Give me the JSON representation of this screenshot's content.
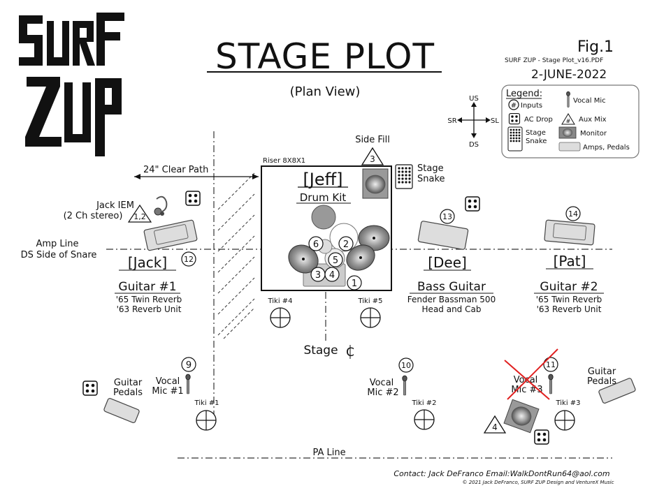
{
  "logo_text": "SURF ZUP",
  "title": "STAGE PLOT",
  "subtitle": "(Plan View)",
  "fig": "Fig.1",
  "file": "SURF ZUP - Stage Plot_v16.PDF",
  "date": "2-JUNE-2022",
  "compass": {
    "us": "US",
    "ds": "DS",
    "sr": "SR",
    "sl": "SL"
  },
  "legend": {
    "title": "Legend:",
    "inputs": "Inputs",
    "ac_drop": "AC Drop",
    "stage_snake_1": "Stage",
    "stage_snake_2": "Snake",
    "vocal_mic": "Vocal Mic",
    "aux_mix": "Aux Mix",
    "monitor": "Monitor",
    "amps": "Amps, Pedals",
    "input_symbol": "#",
    "aux_symbol": "#"
  },
  "labels": {
    "clear_path": "24\" Clear Path",
    "riser": "Riser 8X8X1",
    "side_fill": "Side Fill",
    "stage_snake_1": "Stage",
    "stage_snake_2": "Snake",
    "jack_iem_1": "Jack IEM",
    "jack_iem_2": "(2 Ch stereo)",
    "amp_line_1": "Amp Line",
    "amp_line_2": "DS Side of Snare",
    "stage_c": "Stage",
    "stage_c_symbol": "C",
    "pa_line": "PA Line",
    "guitar_pedals_l1": "Guitar",
    "guitar_pedals_l2": "Pedals",
    "guitar_pedals_r1": "Guitar",
    "guitar_pedals_r2": "Pedals",
    "vocal_mic1_1": "Vocal",
    "vocal_mic1_2": "Mic #1",
    "vocal_mic2_1": "Vocal",
    "vocal_mic2_2": "Mic #2",
    "vocal_mic3_1": "Vocal",
    "vocal_mic3_2": "Mic #3"
  },
  "musicians": {
    "jeff_name": "[Jeff]",
    "jeff_role": "Drum Kit",
    "jack_name": "[Jack]",
    "jack_role": "Guitar #1",
    "jack_gear_1": "'65 Twin Reverb",
    "jack_gear_2": "'63 Reverb Unit",
    "dee_name": "[Dee]",
    "dee_role": "Bass Guitar",
    "dee_gear_1": "Fender Bassman 500",
    "dee_gear_2": "Head and Cab",
    "pat_name": "[Pat]",
    "pat_role": "Guitar #2",
    "pat_gear_1": "'65 Twin Reverb",
    "pat_gear_2": "'63 Reverb Unit"
  },
  "inputs": {
    "i1": "1",
    "i2": "2",
    "i3": "3",
    "i4": "4",
    "i5": "5",
    "i6": "6",
    "i9": "9",
    "i10": "10",
    "i11": "11",
    "i12": "12",
    "i13": "13",
    "i14": "14"
  },
  "aux": {
    "a12": "1,2",
    "a3": "3",
    "a4": "4"
  },
  "tikis": {
    "t1": "Tiki #1",
    "t2": "Tiki #2",
    "t3": "Tiki #3",
    "t4": "Tiki #4",
    "t5": "Tiki #5"
  },
  "footer": {
    "contact": "Contact: Jack DeFranco   Email:WalkDontRun64@aol.com",
    "copyright": "© 2021  Jack DeFranco, SURF ZUP Design and VentureX Music"
  }
}
